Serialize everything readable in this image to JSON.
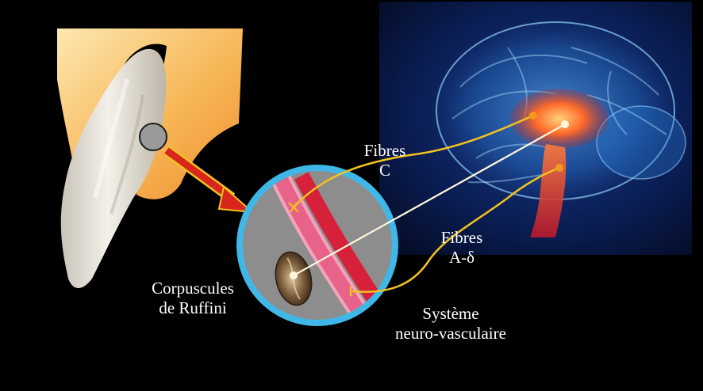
{
  "labels": {
    "fibres_c": {
      "line1": "Fibres",
      "line2": "C"
    },
    "fibres_a_delta": {
      "line1": "Fibres",
      "line2": "A-δ"
    },
    "corpuscules": {
      "line1": "Corpuscules",
      "line2": "de Ruffini"
    },
    "systeme": {
      "line1": "Système",
      "line2": "neuro-vasculaire"
    }
  },
  "colors": {
    "background": "#000000",
    "bone": "#f3a646",
    "arrow": "#d8261d",
    "zoom_border": "#3fb8e8",
    "zoom_fill": "#8d8d8d",
    "vessel_pink": "#e8638a",
    "vessel_red": "#d7203a",
    "fiber_c": "#f2c21f",
    "fiber_a_delta": "#f2c21f",
    "central_fiber": "#fff8dc",
    "brain_glow": "#2b7fd6",
    "thalamus": "#ff6a2a"
  },
  "icons": [
    "tooth-image",
    "brain-image",
    "zoom-circle",
    "red-arrow",
    "ruffini-corpuscle"
  ]
}
